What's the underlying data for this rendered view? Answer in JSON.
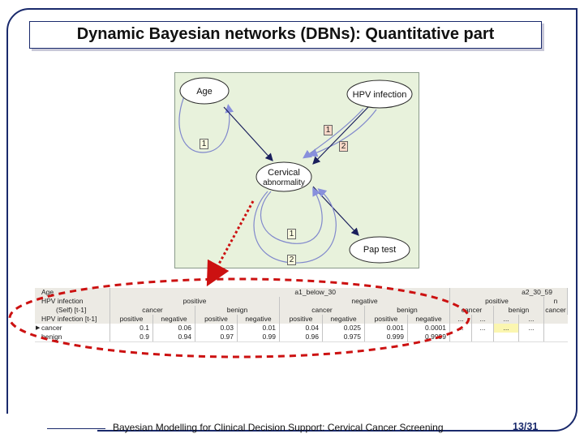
{
  "slide": {
    "title": "Dynamic Bayesian networks (DBNs): Quantitative part",
    "footer": "Bayesian Modelling for Clinical Decision Support: Cervical Cancer Screening",
    "page": "13/31"
  },
  "network": {
    "nodes": {
      "age": "Age",
      "hpv": "HPV infection",
      "cervical_line1": "Cervical",
      "cervical_line2": "abnormality",
      "pap": "Pap test"
    },
    "lags": {
      "age_self": "1",
      "hpv_self": "1",
      "hpv_cervical": "2",
      "cervical_self_1": "1",
      "cervical_self_2": "2"
    },
    "colors": {
      "background": "#e8f2dc",
      "arrow_temporal": "#7a84d4",
      "arrow_causal": "#1a1f5c",
      "highlight": "#cc1111"
    }
  },
  "cpt": {
    "row_labels": [
      "Age",
      "HPV infection",
      "(Self) [t-1]",
      "HPV infection [t-1]"
    ],
    "age_groups": [
      "a1_below_30",
      "a2_30_59"
    ],
    "hpv_values": [
      "positive",
      "negative",
      "positive",
      "n"
    ],
    "self_values": [
      "cancer",
      "benign",
      "cancer",
      "benign",
      "cancer",
      "benign",
      "cancer"
    ],
    "hpv_prev_values": [
      "positive",
      "negative",
      "positive",
      "negative",
      "positive",
      "negative",
      "positive",
      "negative",
      "...",
      "...",
      "...",
      "..."
    ],
    "rows": [
      {
        "label": "cancer",
        "values": [
          "0.1",
          "0.06",
          "0.03",
          "0.01",
          "0.04",
          "0.025",
          "0.001",
          "0.0001",
          "...",
          "...",
          "...",
          "..."
        ]
      },
      {
        "label": "benign",
        "values": [
          "0.9",
          "0.94",
          "0.97",
          "0.99",
          "0.96",
          "0.975",
          "0.999",
          "0.9999",
          "",
          "",
          "",
          ""
        ]
      }
    ]
  }
}
